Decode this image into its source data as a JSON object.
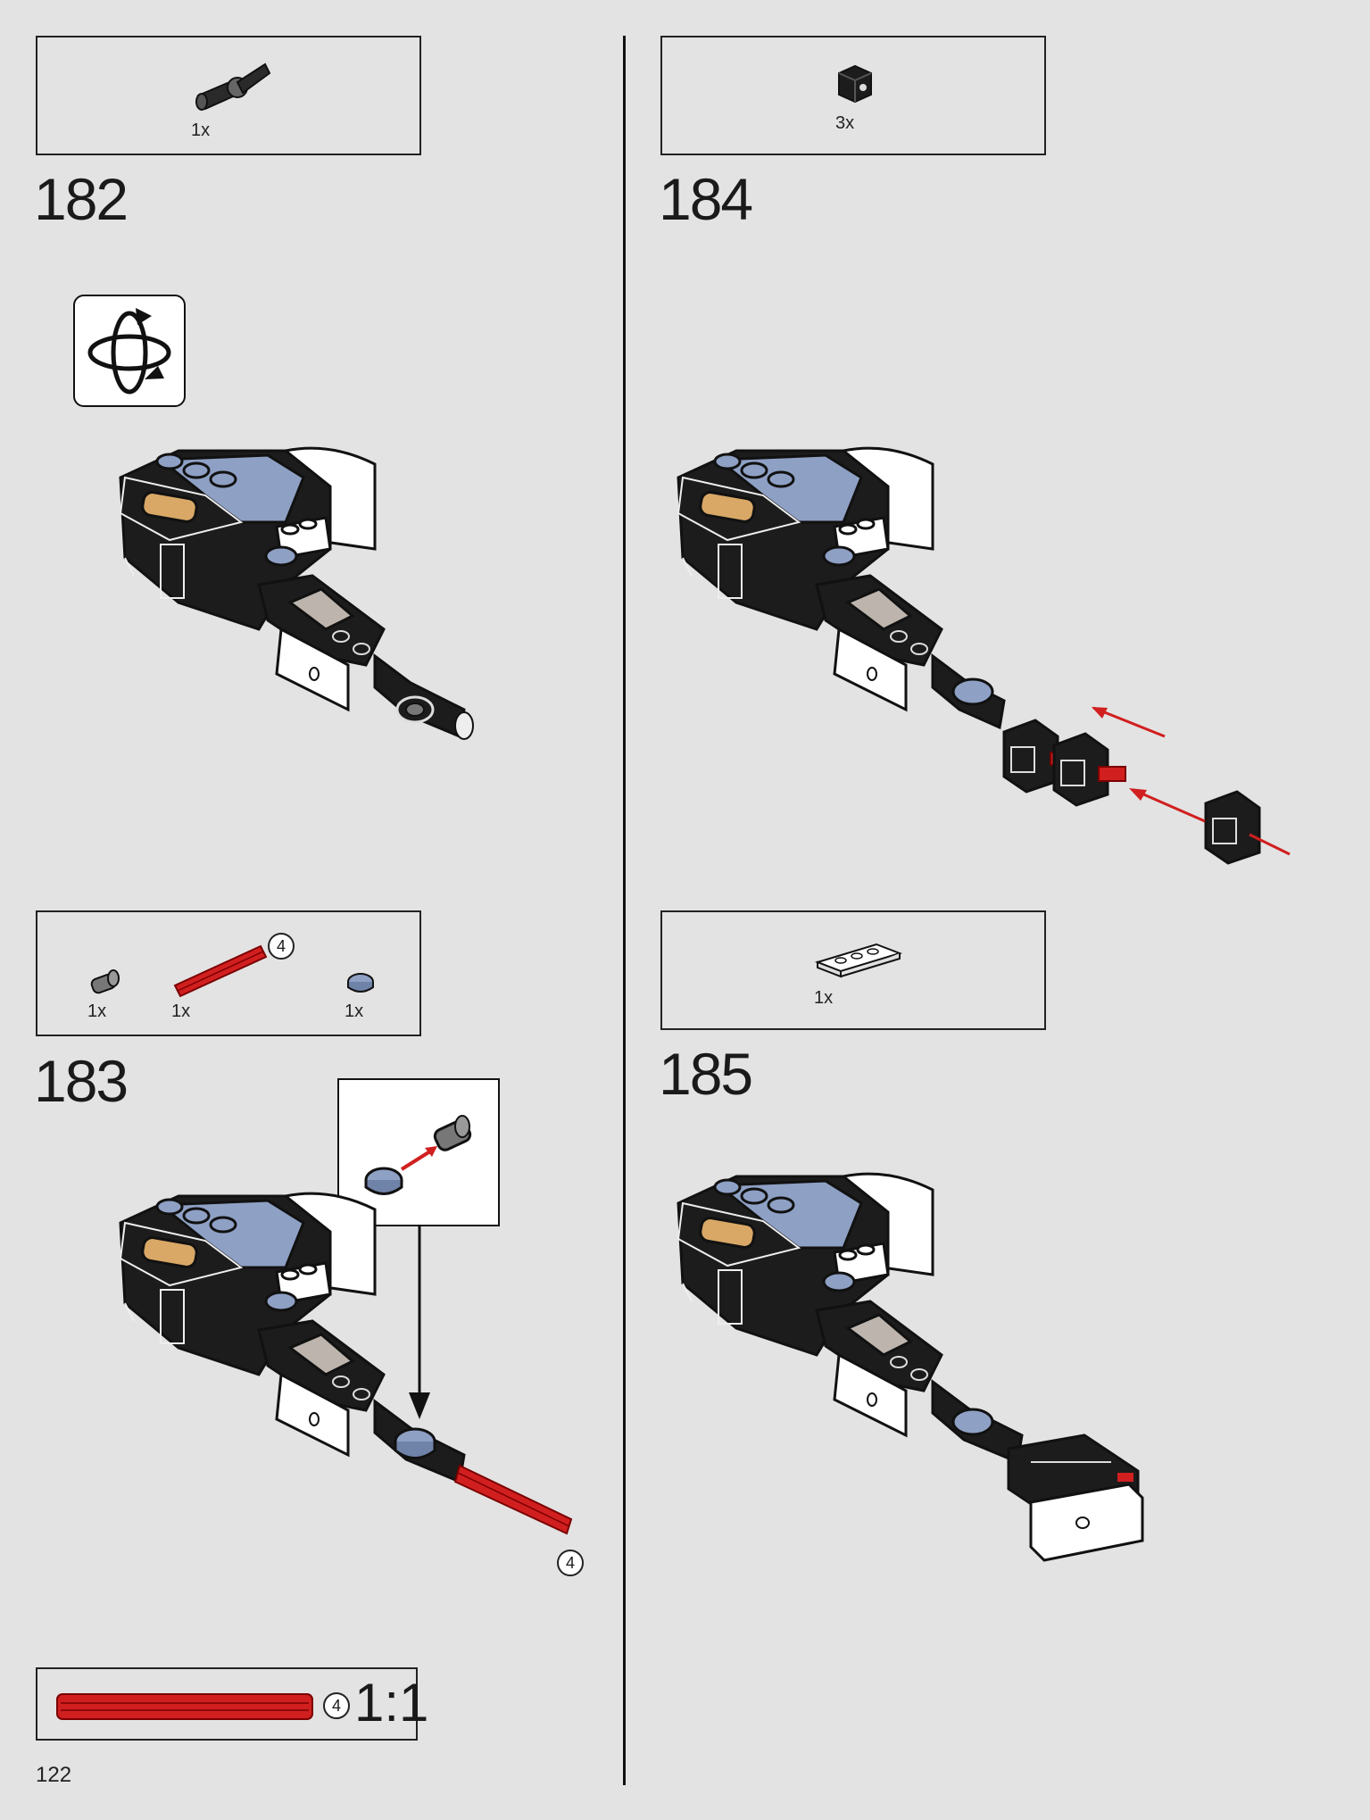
{
  "page": {
    "number": "122"
  },
  "steps": [
    {
      "number": "182",
      "parts": [
        {
          "qty": "1x",
          "icon": "connector-icon"
        }
      ]
    },
    {
      "number": "183",
      "parts": [
        {
          "qty": "1x",
          "icon": "bush-icon"
        },
        {
          "qty": "1x",
          "icon": "red-axle-icon",
          "length": "4"
        },
        {
          "qty": "1x",
          "icon": "round-tile-icon"
        }
      ],
      "axle_callout": "4"
    },
    {
      "number": "184",
      "parts": [
        {
          "qty": "3x",
          "icon": "black-brick-icon"
        }
      ]
    },
    {
      "number": "185",
      "parts": [
        {
          "qty": "1x",
          "icon": "white-plate-icon"
        }
      ]
    }
  ],
  "scale_box": {
    "axle_length": "4",
    "ratio": "1:1"
  },
  "colors": {
    "background": "#e3e3e3",
    "black": "#1c1c1c",
    "blue": "#8ea0c4",
    "red": "#d11f1f",
    "tan": "#d9a866"
  }
}
